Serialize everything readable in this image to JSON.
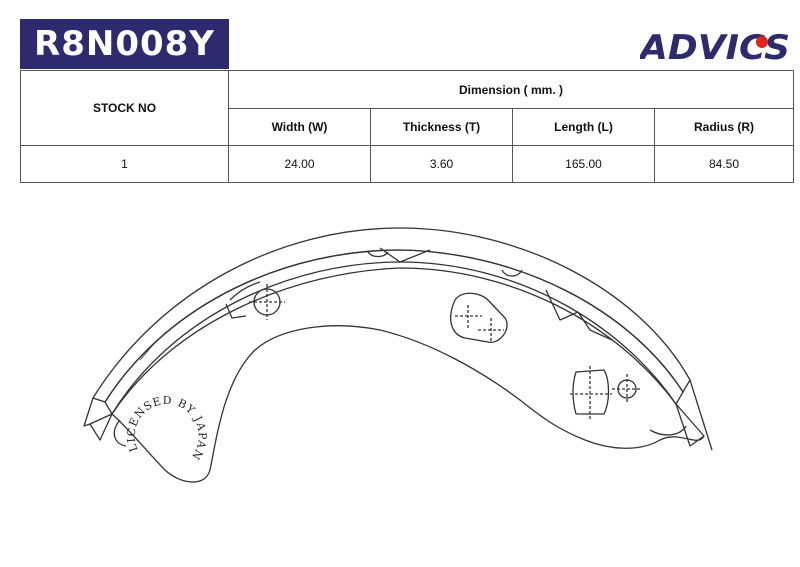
{
  "header": {
    "part_number": "R8N008Y",
    "brand": "ADVICS",
    "brand_color": "#2e2a6e",
    "brand_accent": "#e1251b"
  },
  "spec_table": {
    "stock_header": "STOCK NO",
    "dimension_header": "Dimension ( mm. )",
    "columns": [
      "Width (W)",
      "Thickness (T)",
      "Length (L)",
      "Radius (R)"
    ],
    "rows": [
      {
        "stock_no": "1",
        "values": [
          "24.00",
          "3.60",
          "165.00",
          "84.50"
        ]
      }
    ]
  },
  "drawing": {
    "stamp_text": "LICENSED BY JAPAN"
  }
}
